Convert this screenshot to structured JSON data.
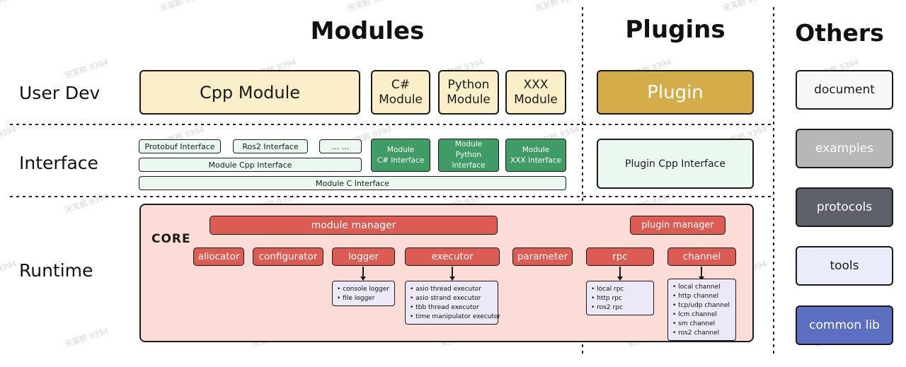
{
  "watermark": "宋某鹤 9394",
  "headers": {
    "modules": "Modules",
    "plugins": "Plugins",
    "others": "Others"
  },
  "row_labels": {
    "user_dev": "User Dev",
    "interface": "Interface",
    "runtime": "Runtime"
  },
  "modules": {
    "cpp_module": "Cpp Module",
    "csharp_module": "C#\nModule",
    "python_module": "Python\nModule",
    "xxx_module": "XXX\nModule",
    "protobuf_interface": "Protobuf Interface",
    "ros2_interface": "Ros2 Interface",
    "more_interfaces": "... ...",
    "module_cpp_interface": "Module Cpp Interface",
    "module_c_interface": "Module C Interface",
    "module_csharp_interface": "Module\nC# Interface",
    "module_python_interface": "Module\nPython Interface",
    "module_xxx_interface": "Module\nXXX Interface"
  },
  "plugins": {
    "plugin": "Plugin",
    "plugin_cpp_interface": "Plugin Cpp Interface"
  },
  "others": [
    {
      "label": "document"
    },
    {
      "label": "examples"
    },
    {
      "label": "protocols"
    },
    {
      "label": "tools"
    },
    {
      "label": "common lib"
    }
  ],
  "runtime": {
    "core_label": "CORE",
    "module_manager": "module manager",
    "plugin_manager": "plugin manager",
    "components": [
      "allocator",
      "configurator",
      "logger",
      "executor",
      "parameter",
      "rpc",
      "channel"
    ],
    "logger_backends": [
      "console logger",
      "file logger"
    ],
    "executor_backends": [
      "asio thread executor",
      "asio strand executor",
      "tbb thread executor",
      "time manipulator executor"
    ],
    "rpc_backends": [
      "local rpc",
      "http rpc",
      "ros2 rpc"
    ],
    "channel_backends": [
      "local channel",
      "http channel",
      "tcp/udp channel",
      "lcm channel",
      "sm channel",
      "ros2 channel"
    ]
  }
}
